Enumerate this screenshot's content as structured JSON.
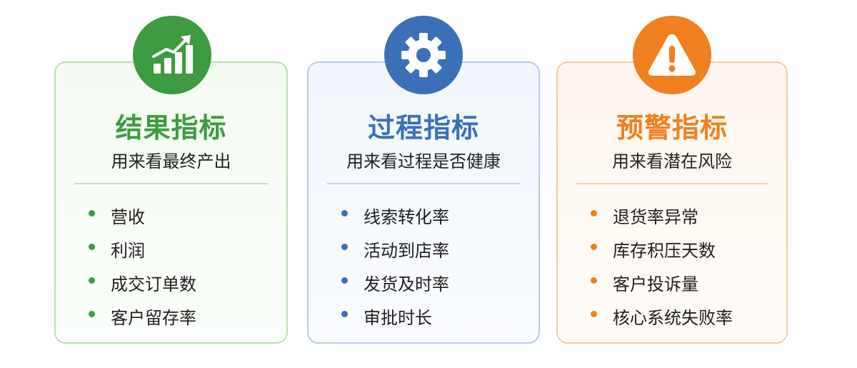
{
  "colors": {
    "green": "#3d9b3f",
    "blue": "#3a70b8",
    "orange": "#f07f1e",
    "green_divider": "#bfe0b9",
    "blue_divider": "#bcd2ea",
    "orange_divider": "#f5d2ad"
  },
  "cards": [
    {
      "icon": "bar-chart-icon",
      "title": "结果指标",
      "subtitle": "用来看最终产出",
      "items": [
        "营收",
        "利润",
        "成交订单数",
        "客户留存率"
      ]
    },
    {
      "icon": "gear-icon",
      "title": "过程指标",
      "subtitle": "用来看过程是否健康",
      "items": [
        "线索转化率",
        "活动到店率",
        "发货及时率",
        "审批时长"
      ]
    },
    {
      "icon": "warning-icon",
      "title": "预警指标",
      "subtitle": "用来看潜在风险",
      "items": [
        "退货率异常",
        "库存积压天数",
        "客户投诉量",
        "核心系统失败率"
      ]
    }
  ]
}
